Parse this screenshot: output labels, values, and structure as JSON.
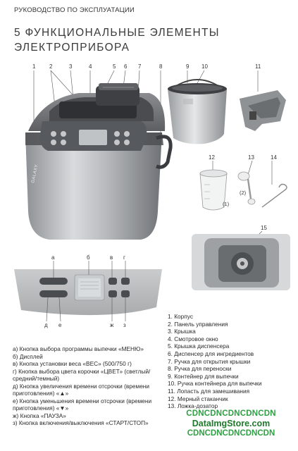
{
  "header": {
    "manual_title": "РУКОВОДСТВО ПО ЭКСПЛУАТАЦИИ"
  },
  "section": {
    "title_line1": "5 ФУНКЦИОНАЛЬНЫЕ ЭЛЕМЕНТЫ",
    "title_line2": "ЭЛЕКТРОПРИБОРА"
  },
  "callouts": {
    "c1": "1",
    "c2": "2",
    "c3": "3",
    "c4": "4",
    "c5": "5",
    "c6": "6",
    "c7": "7",
    "c8": "8",
    "c9": "9",
    "c10": "10",
    "c11": "11",
    "c12": "12",
    "c13": "13",
    "c14": "14",
    "c15": "15",
    "sub1": "(1)",
    "sub2": "(2)"
  },
  "panel_callouts": {
    "a": "а",
    "b": "б",
    "v": "в",
    "g": "г",
    "d": "д",
    "e": "е",
    "zh": "ж",
    "z": "з"
  },
  "brand": "GALAXY",
  "parts": [
    "1. Корпус",
    "2. Панель управления",
    "3. Крышка",
    "4. Смотровое окно",
    "5. Крышка диспенсера",
    "6. Диспенсер для ингредиентов",
    "7. Ручка для открытия крышки",
    "8. Ручка для переноски",
    "9. Контейнер для выпечки",
    "10. Ручка контейнера для выпечки",
    "11. Лопасть для замешивания",
    "12. Мерный стаканчик",
    "13. Ложка-дозатор"
  ],
  "functions": [
    "а) Кнопка выбора программы выпечки «МЕНЮ»",
    "б) Дисплей",
    "в) Кнопка установки веса «ВЕС» (500/750 г)",
    "г) Кнопка выбора цвета корочки «ЦВЕТ» (светлый/средний/темный)",
    "д) Кнопка увеличения времени отсрочки (времени приготовления) «▲»",
    "е) Кнопка уменьшения времени отсрочки (времени приготовления) «▼»",
    "ж) Кнопка «ПАУЗА»",
    "з) Кнопка включения/выключения «СТАРТ/СТОП»"
  ],
  "watermark": {
    "line1": "CDNCDNCDNCDNCDN",
    "line2": "DataImgStore.com",
    "line3": "CDNCDNCDNCDNCDN"
  }
}
